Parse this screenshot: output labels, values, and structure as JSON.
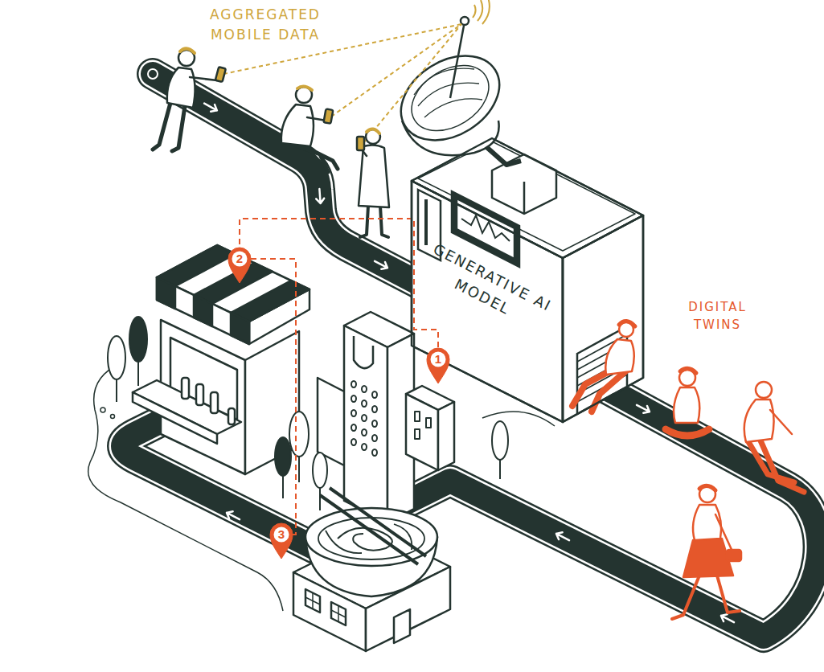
{
  "diagram": {
    "nodes": [
      {
        "text": [
          "GENERATIVE AI MODEL"
        ]
      },
      {
        "text": [
          "1"
        ]
      },
      {
        "text": [
          "2"
        ]
      },
      {
        "text": [
          "3"
        ]
      }
    ],
    "edges": [
      {
        "from": 1,
        "to": 2,
        "arrow": "none"
      },
      {
        "from": 2,
        "to": 3,
        "arrow": "none"
      }
    ],
    "labels": [
      "AGGREGATED MOBILE DATA",
      "DIGITAL TWINS"
    ]
  }
}
